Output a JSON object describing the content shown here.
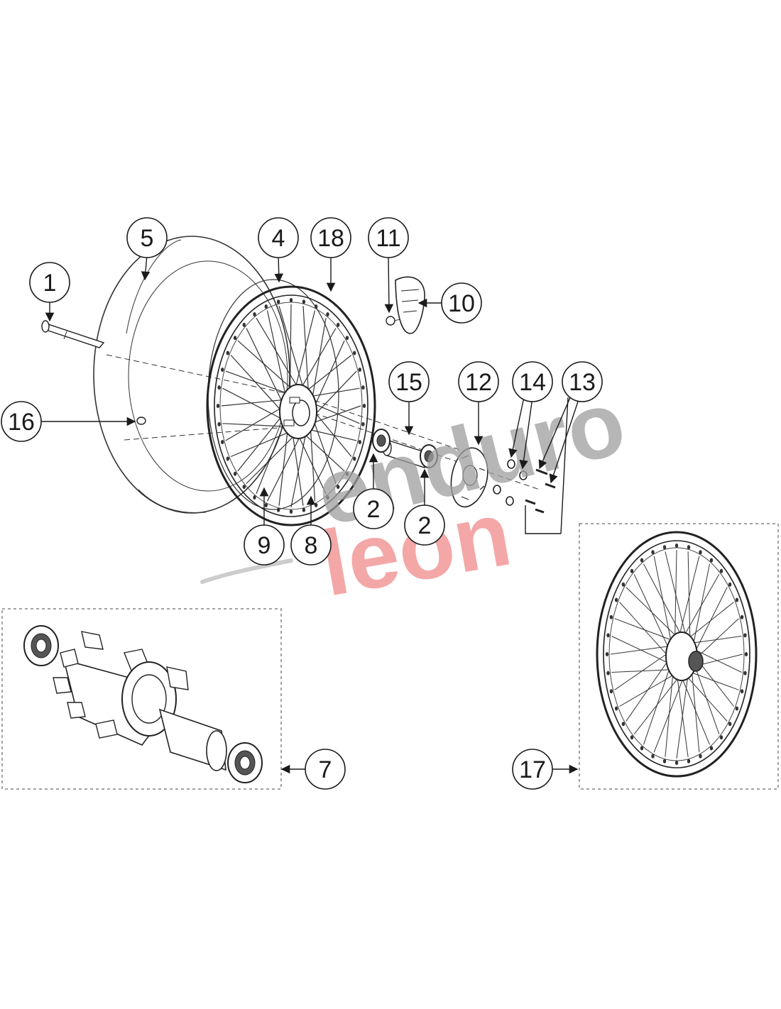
{
  "watermark": {
    "line1": "enduro",
    "line2": "leon",
    "color_line1": "#9e9e9e",
    "color_line2": "#f08a8a"
  },
  "colors": {
    "line": "#1a1a1a",
    "part": "#333333",
    "fill_dark": "#555555",
    "fill_light": "#ffffff"
  },
  "callouts": [
    {
      "id": "1",
      "label": "1"
    },
    {
      "id": "5",
      "label": "5"
    },
    {
      "id": "4",
      "label": "4"
    },
    {
      "id": "18",
      "label": "18"
    },
    {
      "id": "11",
      "label": "11"
    },
    {
      "id": "10",
      "label": "10"
    },
    {
      "id": "16",
      "label": "16"
    },
    {
      "id": "15",
      "label": "15"
    },
    {
      "id": "12",
      "label": "12"
    },
    {
      "id": "14",
      "label": "14"
    },
    {
      "id": "13",
      "label": "13"
    },
    {
      "id": "2a",
      "label": "2"
    },
    {
      "id": "2b",
      "label": "2"
    },
    {
      "id": "9",
      "label": "9"
    },
    {
      "id": "8",
      "label": "8"
    },
    {
      "id": "7",
      "label": "7"
    },
    {
      "id": "17",
      "label": "17"
    }
  ]
}
